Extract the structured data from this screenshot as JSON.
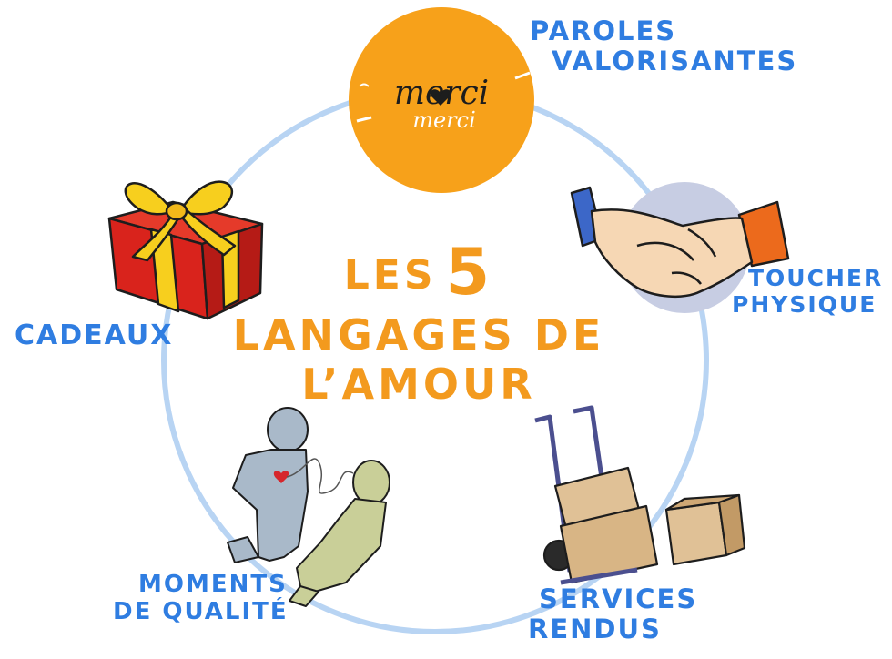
{
  "title": {
    "line1_prefix": "LES",
    "line1_number": "5",
    "line2": "LANGAGES DE",
    "line3": "L’AMOUR"
  },
  "languages": [
    {
      "id": "paroles",
      "lines": [
        "PAROLES",
        "VALORISANTES"
      ]
    },
    {
      "id": "toucher",
      "lines": [
        "TOUCHER",
        "PHYSIQUE"
      ]
    },
    {
      "id": "services",
      "lines": [
        "SERVICES",
        "RENDUS"
      ]
    },
    {
      "id": "moments",
      "lines": [
        "MOMENTS",
        "DE QUALITÉ"
      ]
    },
    {
      "id": "cadeaux",
      "lines": [
        "CADEAUX"
      ]
    }
  ],
  "badge": {
    "word1": "merci",
    "word2": "merci"
  },
  "colors": {
    "label_blue": "#2f7de1",
    "title_orange": "#f39a1e",
    "ring": "#b8d4f3",
    "badge_orange": "#f7a11a",
    "gift_red": "#d9231c",
    "ribbon_yellow": "#f7cf1e",
    "box_tan": "#e0c196",
    "figure_grey": "#a9b9c9",
    "figure_green": "#c9cf98"
  }
}
